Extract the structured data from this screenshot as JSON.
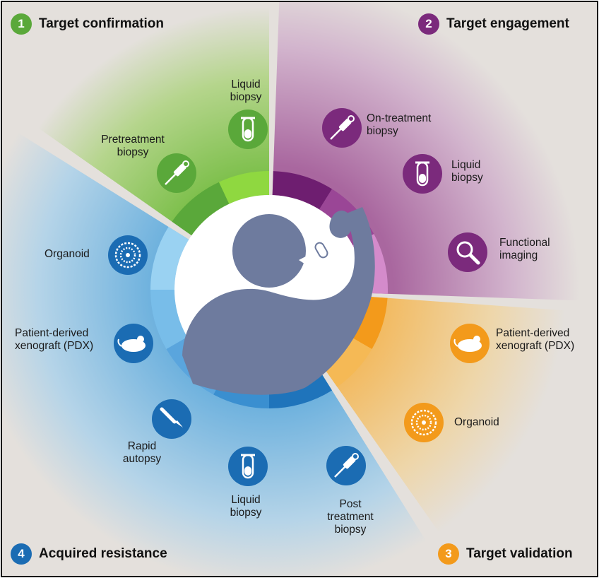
{
  "colors": {
    "green": "#5aa83a",
    "purple": "#7b2a7c",
    "orange": "#f39a1b",
    "blue": "#1b6cb3",
    "figure": "#6e7b9e",
    "background": "#e4e0dc"
  },
  "sections": [
    {
      "number": "1",
      "title": "Target confirmation",
      "color": "#5aa83a"
    },
    {
      "number": "2",
      "title": "Target engagement",
      "color": "#7b2a7c"
    },
    {
      "number": "3",
      "title": "Target validation",
      "color": "#f39a1b"
    },
    {
      "number": "4",
      "title": "Acquired resistance",
      "color": "#1b6cb3"
    }
  ],
  "items": {
    "liquid_biopsy_1": {
      "label": "Liquid\nbiopsy",
      "icon": "test-tube-icon"
    },
    "pretreatment_biopsy": {
      "label": "Pretreatment\nbiopsy",
      "icon": "biopsy-needle-icon"
    },
    "on_treatment_biopsy": {
      "label": "On-treatment\nbiopsy",
      "icon": "biopsy-needle-icon"
    },
    "liquid_biopsy_2": {
      "label": "Liquid\nbiopsy",
      "icon": "test-tube-icon"
    },
    "functional_imaging": {
      "label": "Functional\nimaging",
      "icon": "magnifier-icon"
    },
    "pdx_3": {
      "label": "Patient-derived\nxenograft (PDX)",
      "icon": "mouse-icon"
    },
    "organoid_3": {
      "label": "Organoid",
      "icon": "organoid-icon"
    },
    "organoid_4": {
      "label": "Organoid",
      "icon": "organoid-icon"
    },
    "pdx_4": {
      "label": "Patient-derived\nxenograft (PDX)",
      "icon": "mouse-icon"
    },
    "rapid_autopsy": {
      "label": "Rapid\nautopsy",
      "icon": "scalpel-icon"
    },
    "liquid_biopsy_4": {
      "label": "Liquid\nbiopsy",
      "icon": "test-tube-icon"
    },
    "post_treatment_biopsy": {
      "label": "Post\ntreatment\nbiopsy",
      "icon": "biopsy-needle-icon"
    }
  },
  "center": {
    "icon": "patient-taking-pill-icon"
  }
}
